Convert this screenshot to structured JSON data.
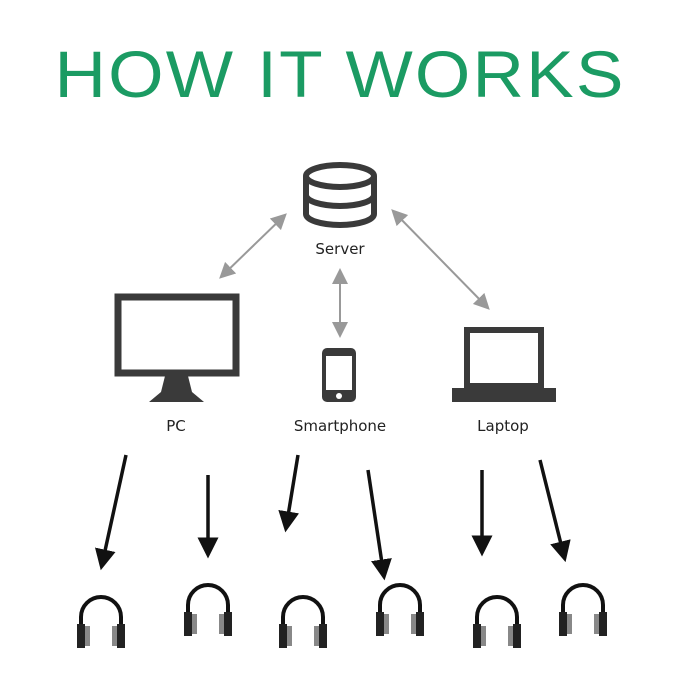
{
  "title": "HOW IT WORKS",
  "colors": {
    "title": "#1b9b63",
    "icon": "#3a3a3a",
    "connector": "#999999"
  },
  "nodes": {
    "server": "Server",
    "pc": "PC",
    "smartphone": "Smartphone",
    "laptop": "Laptop"
  },
  "listener_count": 6
}
